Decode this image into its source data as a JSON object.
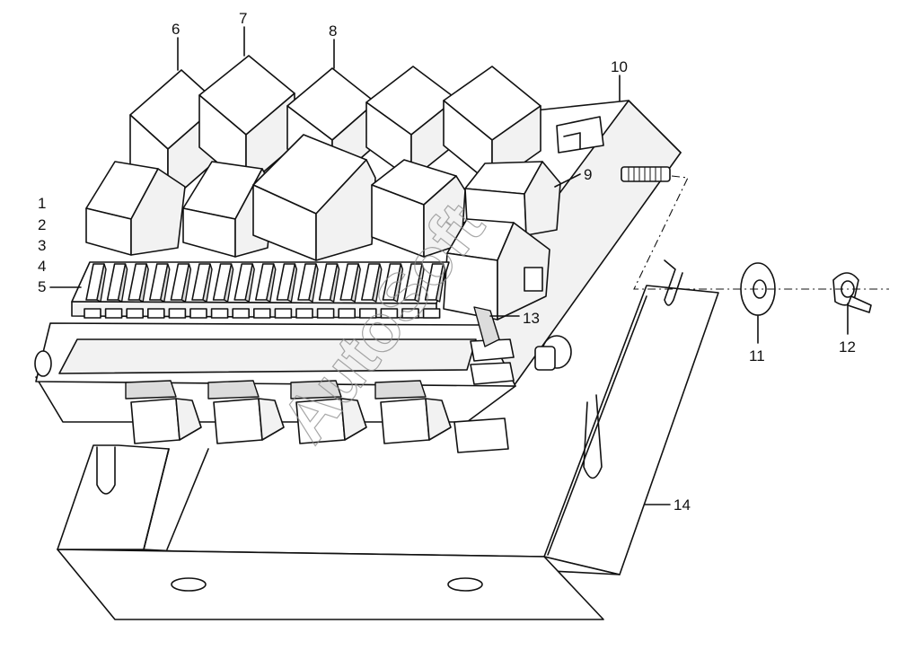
{
  "watermark": "AutoSoft",
  "callouts": {
    "c1": "1",
    "c2": "2",
    "c3": "3",
    "c4": "4",
    "c5": "5",
    "c6": "6",
    "c7": "7",
    "c8": "8",
    "c9": "9",
    "c10": "10",
    "c11": "11",
    "c12": "12",
    "c13": "13",
    "c14": "14"
  }
}
